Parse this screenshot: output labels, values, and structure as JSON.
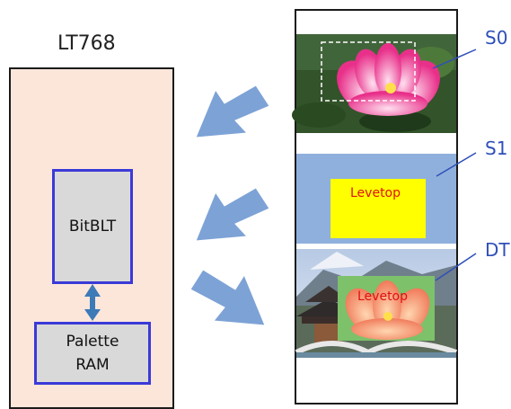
{
  "chip": {
    "title": "LT768"
  },
  "blocks": {
    "bitblt": "BitBLT",
    "palette": "Palette\nRAM"
  },
  "memory": {
    "s0_label": "S0",
    "s1_label": "S1",
    "dt_label": "DT",
    "s1_text": "Levetop",
    "dt_text": "Levetop"
  },
  "colors": {
    "chip_fill": "#fce6da",
    "block_fill": "#d9d9d9",
    "block_border": "#3a3ad8",
    "arrow_fill": "#7da2d6",
    "label_color": "#2f4fb8",
    "s1_bg": "#8fb0dc",
    "s1_box": "#ffff00",
    "text_red": "#e01010"
  }
}
